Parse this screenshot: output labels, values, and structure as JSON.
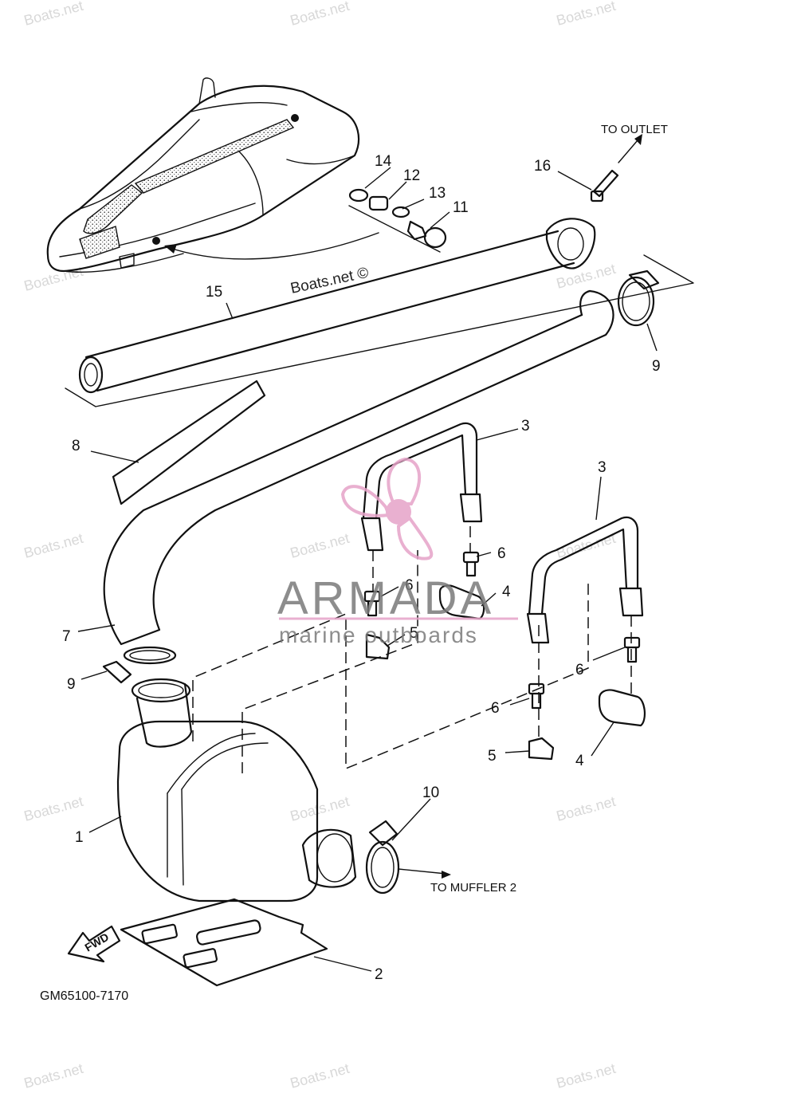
{
  "diagram": {
    "code": "GM65100-7170",
    "fwd_label": "FWD",
    "notes": {
      "to_outlet": "TO OUTLET",
      "to_muffler": "TO MUFFLER 2"
    },
    "callouts": [
      {
        "id": "c1",
        "label": "1"
      },
      {
        "id": "c2",
        "label": "2"
      },
      {
        "id": "c3a",
        "label": "3"
      },
      {
        "id": "c3b",
        "label": "3"
      },
      {
        "id": "c4a",
        "label": "4"
      },
      {
        "id": "c4b",
        "label": "4"
      },
      {
        "id": "c5a",
        "label": "5"
      },
      {
        "id": "c5b",
        "label": "5"
      },
      {
        "id": "c6a",
        "label": "6"
      },
      {
        "id": "c6b",
        "label": "6"
      },
      {
        "id": "c6c",
        "label": "6"
      },
      {
        "id": "c6d",
        "label": "6"
      },
      {
        "id": "c7",
        "label": "7"
      },
      {
        "id": "c8",
        "label": "8"
      },
      {
        "id": "c9a",
        "label": "9"
      },
      {
        "id": "c9b",
        "label": "9"
      },
      {
        "id": "c10",
        "label": "10"
      },
      {
        "id": "c11",
        "label": "11"
      },
      {
        "id": "c12",
        "label": "12"
      },
      {
        "id": "c13",
        "label": "13"
      },
      {
        "id": "c14",
        "label": "14"
      },
      {
        "id": "c15",
        "label": "15"
      },
      {
        "id": "c16",
        "label": "16"
      }
    ]
  },
  "watermarks": {
    "boats_text": "Boats.net",
    "boats_center": "Boats.net ©",
    "brand_name": "ARMADA",
    "brand_tagline": "marine outboards",
    "brand_color": "#e6a3c8"
  }
}
